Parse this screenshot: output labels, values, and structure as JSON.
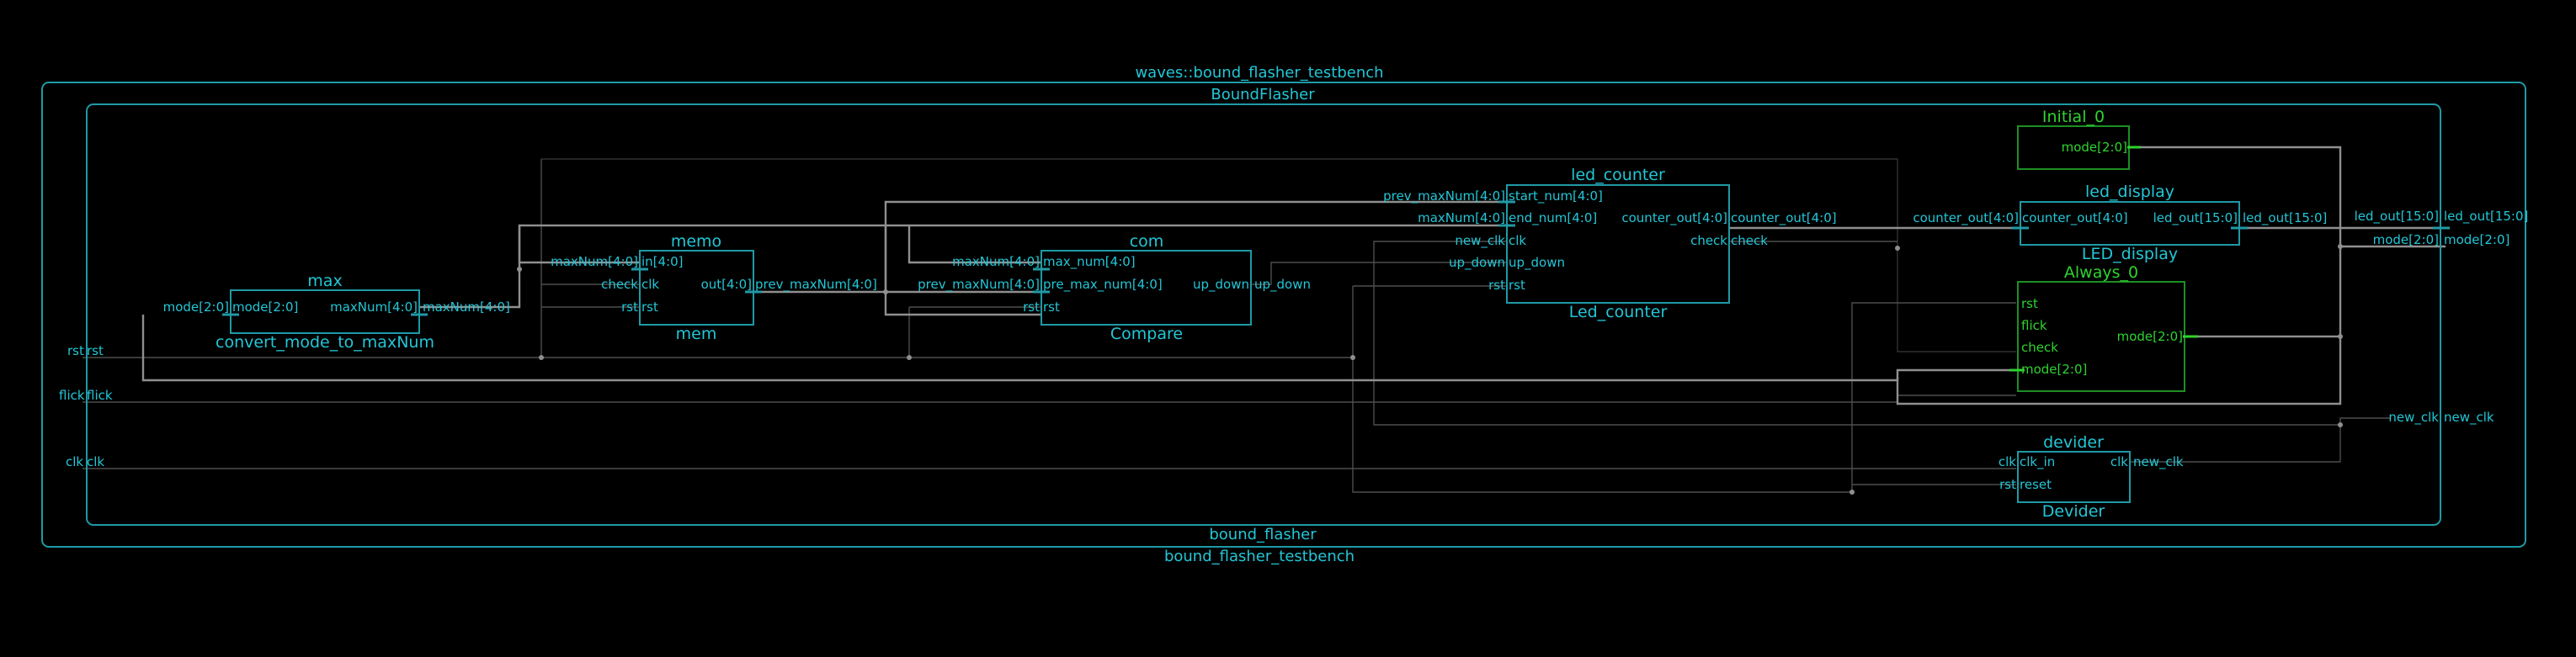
{
  "testbench": {
    "title": "waves::bound_flasher_testbench",
    "footer": "bound_flasher_testbench"
  },
  "top_module": {
    "title": "BoundFlasher",
    "footer": "bound_flasher"
  },
  "top_ports": {
    "rst": "rst",
    "rst_label": "rst",
    "flick": "flick",
    "flick_label": "flick",
    "clk": "clk",
    "clk_label": "clk",
    "led_out_inner": "led_out[15:0]",
    "led_out_outer": "led_out[15:0]",
    "mode_inner": "mode[2:0]",
    "mode_outer": "mode[2:0]",
    "new_clk_inner": "new_clk",
    "new_clk_outer": "new_clk"
  },
  "blocks": {
    "max": {
      "instance": "max",
      "module": "convert_mode_to_maxNum",
      "ports": {
        "in_mode": "mode[2:0]",
        "out_maxnum": "maxNum[4:0]"
      },
      "nets": {
        "in_mode": "mode[2:0]",
        "out_maxnum": "maxNum[4:0]"
      }
    },
    "memo": {
      "instance": "memo",
      "module": "mem",
      "ports": {
        "in": "in[4:0]",
        "clk": "clk",
        "rst": "rst",
        "out": "out[4:0]"
      },
      "nets": {
        "in": "maxNum[4:0]",
        "clk": "check",
        "rst": "rst",
        "out": "prev_maxNum[4:0]"
      }
    },
    "com": {
      "instance": "com",
      "module": "Compare",
      "ports": {
        "max_num": "max_num[4:0]",
        "pre_max_num": "pre_max_num[4:0]",
        "rst": "rst",
        "up_down": "up_down"
      },
      "nets": {
        "max_num": "maxNum[4:0]",
        "pre_max_num": "prev_maxNum[4:0]",
        "rst": "rst",
        "up_down": "up_down"
      }
    },
    "led_counter": {
      "instance": "led_counter",
      "module": "Led_counter",
      "ports": {
        "start_num": "start_num[4:0]",
        "end_num": "end_num[4:0]",
        "clk": "clk",
        "up_down": "up_down",
        "rst": "rst",
        "counter_out": "counter_out[4:0]",
        "check": "check"
      },
      "nets": {
        "start_num": "prev_maxNum[4:0]",
        "end_num": "maxNum[4:0]",
        "clk": "new_clk",
        "up_down": "up_down",
        "rst": "rst",
        "counter_out": "counter_out[4:0]",
        "check": "check"
      }
    },
    "initial": {
      "instance": "Initial_0",
      "ports": {
        "mode": "mode[2:0]"
      }
    },
    "led_display": {
      "instance": "led_display",
      "module": "LED_display",
      "ports": {
        "counter_out": "counter_out[4:0]",
        "led_out": "led_out[15:0]"
      },
      "nets": {
        "counter_out": "counter_out[4:0]",
        "led_out": "led_out[15:0]"
      }
    },
    "always": {
      "instance": "Always_0",
      "ports": {
        "rst": "rst",
        "flick": "flick",
        "check": "check",
        "mode_in": "mode[2:0]",
        "mode_out": "mode[2:0]"
      }
    },
    "devider": {
      "instance": "devider",
      "module": "Devider",
      "ports": {
        "clk_in": "clk_in",
        "reset": "reset",
        "clk": "clk"
      },
      "nets": {
        "clk_in": "clk",
        "reset": "rst",
        "new_clk": "new_clk"
      }
    }
  },
  "colors": {
    "background": "#000000",
    "label_cyan": "#23c6d6",
    "border_cyan": "#1f9aa6",
    "label_green": "#2fd32f",
    "border_green": "#1d8f24",
    "wire_bus": "#8f8f8f",
    "wire_net": "#4e4e4e"
  }
}
